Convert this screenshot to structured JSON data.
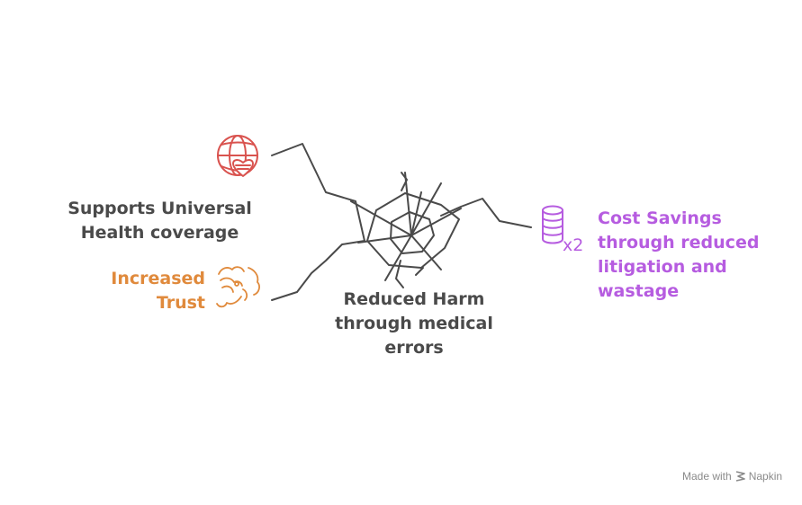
{
  "labels": {
    "universal": "Supports Universal\nHealth coverage",
    "trust": "Increased\nTrust",
    "harm": "Reduced Harm\nthrough medical\nerrors",
    "cost": "Cost Savings\nthrough reduced\nlitigation and\nwastage"
  },
  "icons": {
    "universal": "globe-heart-icon",
    "trust": "handshake-icon",
    "cost": "coin-stack-icon"
  },
  "cost_multiplier": "x2",
  "watermark": {
    "prefix": "Made with",
    "brand": "Napkin"
  },
  "colors": {
    "universal": "#d9534f",
    "trust": "#e08a3c",
    "cost": "#b65ce0",
    "text": "#4a4a4a",
    "lines": "#4a4a4a"
  }
}
